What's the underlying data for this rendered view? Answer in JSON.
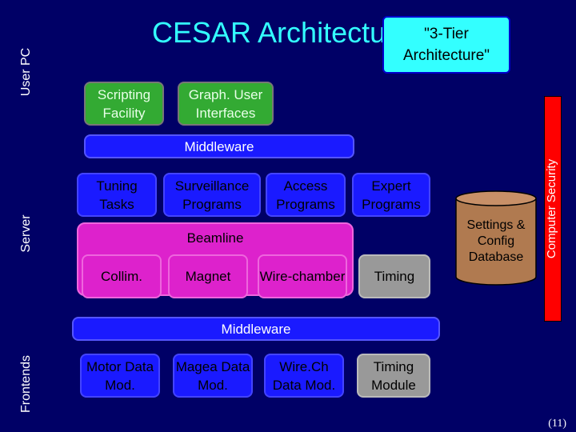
{
  "title": "CESAR Architecture",
  "callout": "\"3-Tier Architecture\"",
  "tiers": {
    "user_pc": "User PC",
    "server": "Server",
    "frontends": "Frontends"
  },
  "user_pc_boxes": {
    "scripting": "Scripting Facility",
    "gui": "Graph. User Interfaces"
  },
  "middleware_top": "Middleware",
  "server_programs": {
    "tuning": "Tuning Tasks",
    "surveillance": "Surveillance Programs",
    "access": "Access Programs",
    "expert": "Expert Programs"
  },
  "beamline": {
    "label": "Beamline",
    "collim": "Collim.",
    "magnet": "Magnet",
    "wirechamber": "Wire-chamber"
  },
  "timing": "Timing",
  "database": "Settings & Config Database",
  "computer_security": "Computer Security",
  "middleware_bottom": "Middleware",
  "frontend_modules": {
    "motor": "Motor Data Mod.",
    "magea": "Magea Data Mod.",
    "wirech": "Wire.Ch Data Mod.",
    "timing_module": "Timing Module"
  },
  "page_number": "(11)",
  "colors": {
    "background": "#000066",
    "title": "#33ffff",
    "callout": "#33ffff",
    "user_pc_box": "#33aa33",
    "middleware": "#1a1aff",
    "beamline": "#dd22cc",
    "timing": "#999999",
    "database": "#b07a50",
    "computer_security": "#ff0000"
  }
}
